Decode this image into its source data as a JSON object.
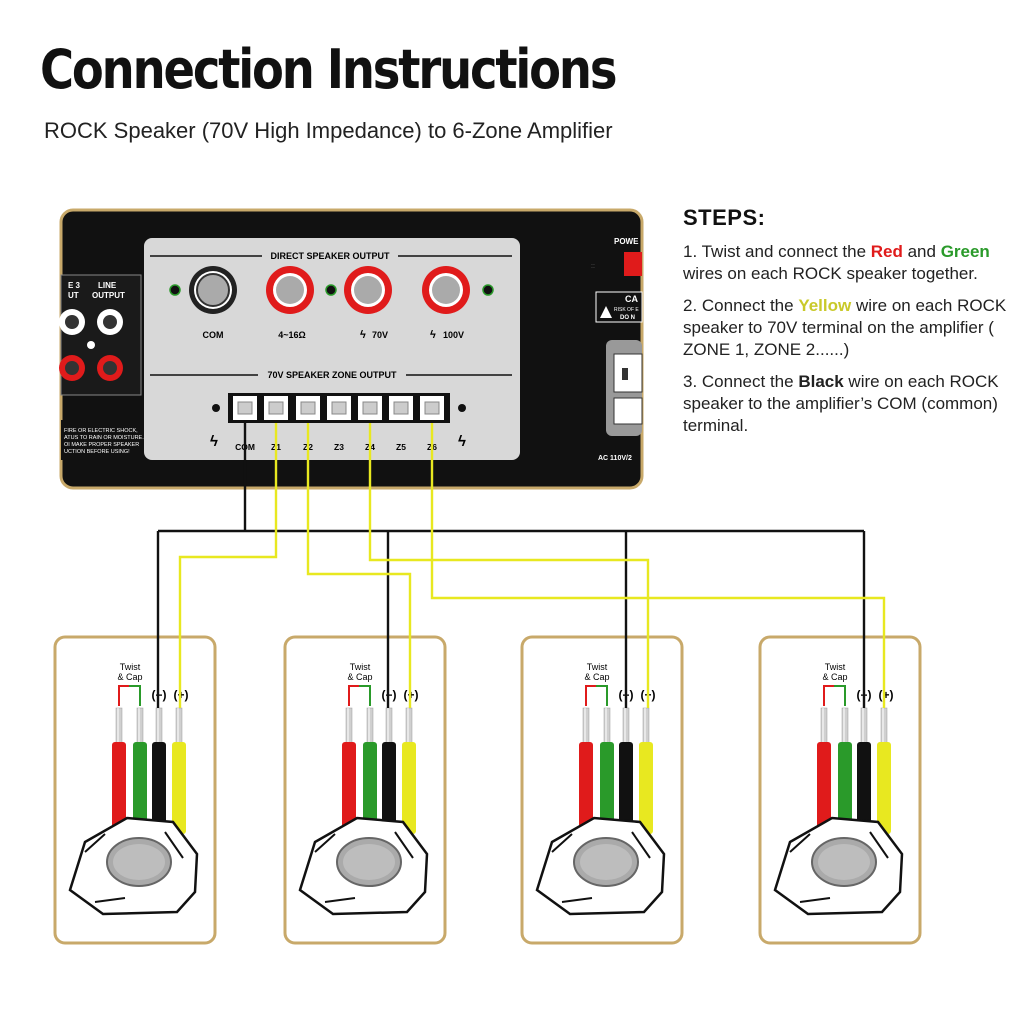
{
  "title": "Connection Instructions",
  "subtitle": "ROCK Speaker (70V High Impedance) to 6-Zone Amplifier",
  "steps": {
    "heading": "STEPS:",
    "step1": {
      "a": "1. Twist and connect the ",
      "red": "Red",
      "b": " and ",
      "green": "Green",
      "c": " wires on each ROCK speaker together."
    },
    "step2": {
      "a": "2. Connect the ",
      "yellow": "Yellow",
      "b": " wire on each ROCK speaker to 70V terminal on the amplifier ( ZONE 1, ZONE 2......)"
    },
    "step3": {
      "a": "3. Connect the ",
      "black": "Black",
      "b": " wire on each ROCK speaker to the amplifier’s COM (common) terminal."
    }
  },
  "amplifier": {
    "direct_output_title": "DIRECT SPEAKER OUTPUT",
    "terminal_labels": {
      "com": "COM",
      "ohm": "4~16Ω",
      "v70": "70V",
      "v100": "100V"
    },
    "zone_output_title": "70V SPEAKER ZONE OUTPUT",
    "zone_labels": [
      "COM",
      "Z1",
      "Z2",
      "Z3",
      "Z4",
      "Z5",
      "Z6"
    ],
    "line_output": "LINE\nOUTPUT",
    "left_partial": "E 3\nUT",
    "warning_text": "FIRE OR ELECTRIC SHOCK,\nATUS TO RAIN OR MOISTURE.\nOI MAKE PROPER SPEAKER\nUCTION BEFORE USING!",
    "power": "POWE",
    "caution": "CA",
    "caution_line1": "RISK OF E",
    "caution_line2": "DO N",
    "ac": "AC 110V/2"
  },
  "speaker_labels": {
    "twist": "Twist\n& Cap",
    "minus": "(−)",
    "plus": "(+)"
  },
  "colors": {
    "red": "#e01b1b",
    "green": "#2a9a2a",
    "black": "#111111",
    "yellow": "#e8e820",
    "gold_border": "#c8a96a",
    "panel_gray": "#d8d8d8"
  }
}
